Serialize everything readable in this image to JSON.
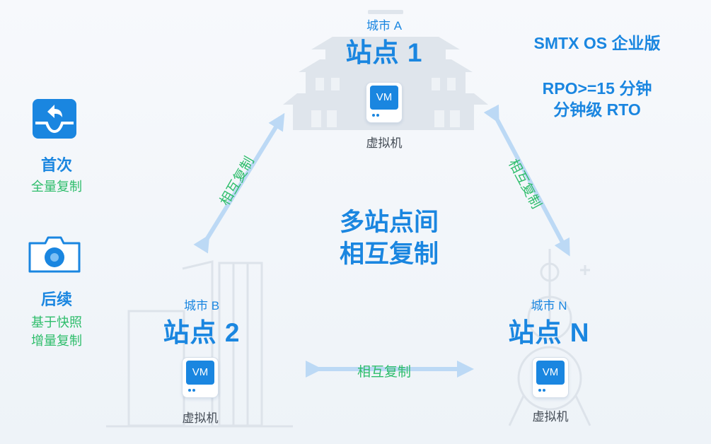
{
  "header": {
    "product": "SMTX OS 企业版",
    "rpo": "RPO>=15 分钟",
    "rto": "分钟级 RTO"
  },
  "legend": {
    "first": {
      "title": "首次",
      "desc": "全量复制",
      "icon": "inbox-return-icon"
    },
    "subsequent": {
      "title": "后续",
      "desc_line1": "基于快照",
      "desc_line2": "增量复制",
      "icon": "camera-icon"
    }
  },
  "center_text": {
    "line1": "多站点间",
    "line2": "相互复制"
  },
  "sites": [
    {
      "city": "城市 A",
      "name": "站点 1",
      "vm_badge": "VM",
      "vm_label": "虚拟机"
    },
    {
      "city": "城市 B",
      "name": "站点 2",
      "vm_badge": "VM",
      "vm_label": "虚拟机"
    },
    {
      "city": "城市 N",
      "name": "站点 N",
      "vm_badge": "VM",
      "vm_label": "虚拟机"
    }
  ],
  "links": {
    "left": "相互复制",
    "right": "相互复制",
    "bottom": "相互复制"
  },
  "colors": {
    "primary": "#1a86e0",
    "accent": "#2ebd6b",
    "arrow": "#bcd9f5",
    "landmark": "#dde3ea"
  }
}
